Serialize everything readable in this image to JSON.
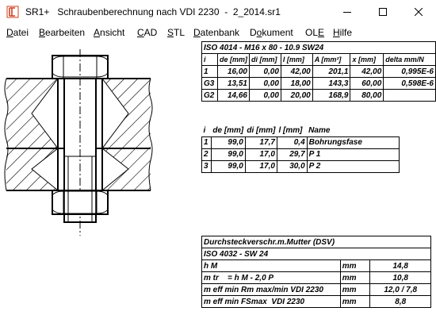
{
  "window": {
    "app_name": "SR1+",
    "title": "Schraubenberechnung nach VDI 2230",
    "file": "2_2014.sr1"
  },
  "menu": [
    "Datei",
    "Bearbeiten",
    "Ansicht",
    "CAD",
    "STL",
    "Datenbank",
    "Dokument",
    "OLE",
    "Hilfe"
  ],
  "bolt_table": {
    "title": "ISO 4014 - M16 x 80 - 10.9 SW24",
    "headers": [
      "i",
      "de [mm]",
      "di [mm]",
      "l [mm]",
      "A [mm²]",
      "x [mm]",
      "delta mm/N"
    ],
    "rows": [
      [
        "1",
        "16,00",
        "0,00",
        "42,00",
        "201,1",
        "42,00",
        "0,995E-6"
      ],
      [
        "G3",
        "13,51",
        "0,00",
        "18,00",
        "143,3",
        "60,00",
        "0,598E-6"
      ],
      [
        "G2",
        "14,66",
        "0,00",
        "20,00",
        "168,9",
        "80,00",
        ""
      ]
    ]
  },
  "hole_table": {
    "headers": [
      "i",
      "de [mm]",
      "di [mm]",
      "l [mm]",
      "Name"
    ],
    "rows": [
      [
        "1",
        "99,0",
        "17,7",
        "0,4",
        "Bohrungsfase"
      ],
      [
        "2",
        "99,0",
        "17,0",
        "29,7",
        "P 1"
      ],
      [
        "3",
        "99,0",
        "17,0",
        "30,0",
        "P 2"
      ]
    ]
  },
  "nut_table": {
    "title": "Durchsteckverschr.m.Mutter (DSV)",
    "subtitle": "ISO 4032 - SW 24",
    "rows": [
      [
        "h M",
        "mm",
        "14,8"
      ],
      [
        "m tr    = h M - 2,0 P",
        "mm",
        "10,8"
      ],
      [
        "m eff min Rm max/min VDI 2230",
        "mm",
        "12,0 / 7,8"
      ],
      [
        "m eff min FSmax  VDI 2230",
        "mm",
        "8,8"
      ]
    ]
  }
}
